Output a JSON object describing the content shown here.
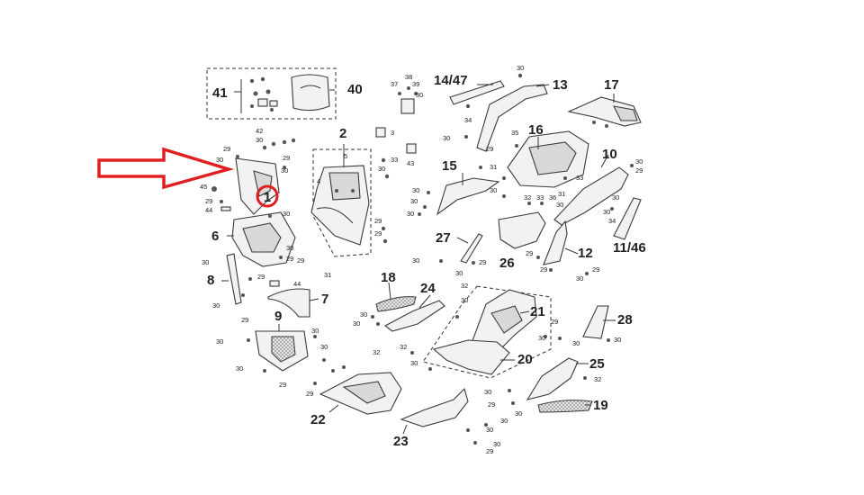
{
  "labels_big": [
    "41",
    "40",
    "14/47",
    "13",
    "17",
    "2",
    "16",
    "10",
    "15",
    "11/46",
    "6",
    "1",
    "27",
    "26",
    "12",
    "8",
    "7",
    "18",
    "24",
    "21",
    "28",
    "9",
    "20",
    "25",
    "19",
    "22",
    "23"
  ],
  "labels_small": [
    "29",
    "30",
    "42",
    "30",
    "29",
    "45",
    "30",
    "29",
    "44",
    "30",
    "30",
    "29",
    "30",
    "29",
    "31",
    "44",
    "29",
    "30",
    "30",
    "29",
    "30",
    "30",
    "29",
    "38",
    "37",
    "39",
    "30",
    "34",
    "30",
    "33",
    "30",
    "43",
    "4",
    "5",
    "3",
    "30",
    "29",
    "35",
    "31",
    "30",
    "29",
    "30",
    "30",
    "30",
    "29",
    "33",
    "30",
    "31",
    "30",
    "32",
    "33",
    "36",
    "30",
    "29",
    "30",
    "34",
    "29",
    "30",
    "30",
    "29",
    "29",
    "30",
    "29",
    "32",
    "30",
    "30",
    "30",
    "29",
    "30",
    "32",
    "30",
    "30",
    "30",
    "32",
    "30",
    "29",
    "30",
    "30",
    "29",
    "30",
    "30",
    "29",
    "30",
    "32",
    "32"
  ],
  "callout": {
    "number": "1",
    "arrow_color": "#e02020"
  }
}
